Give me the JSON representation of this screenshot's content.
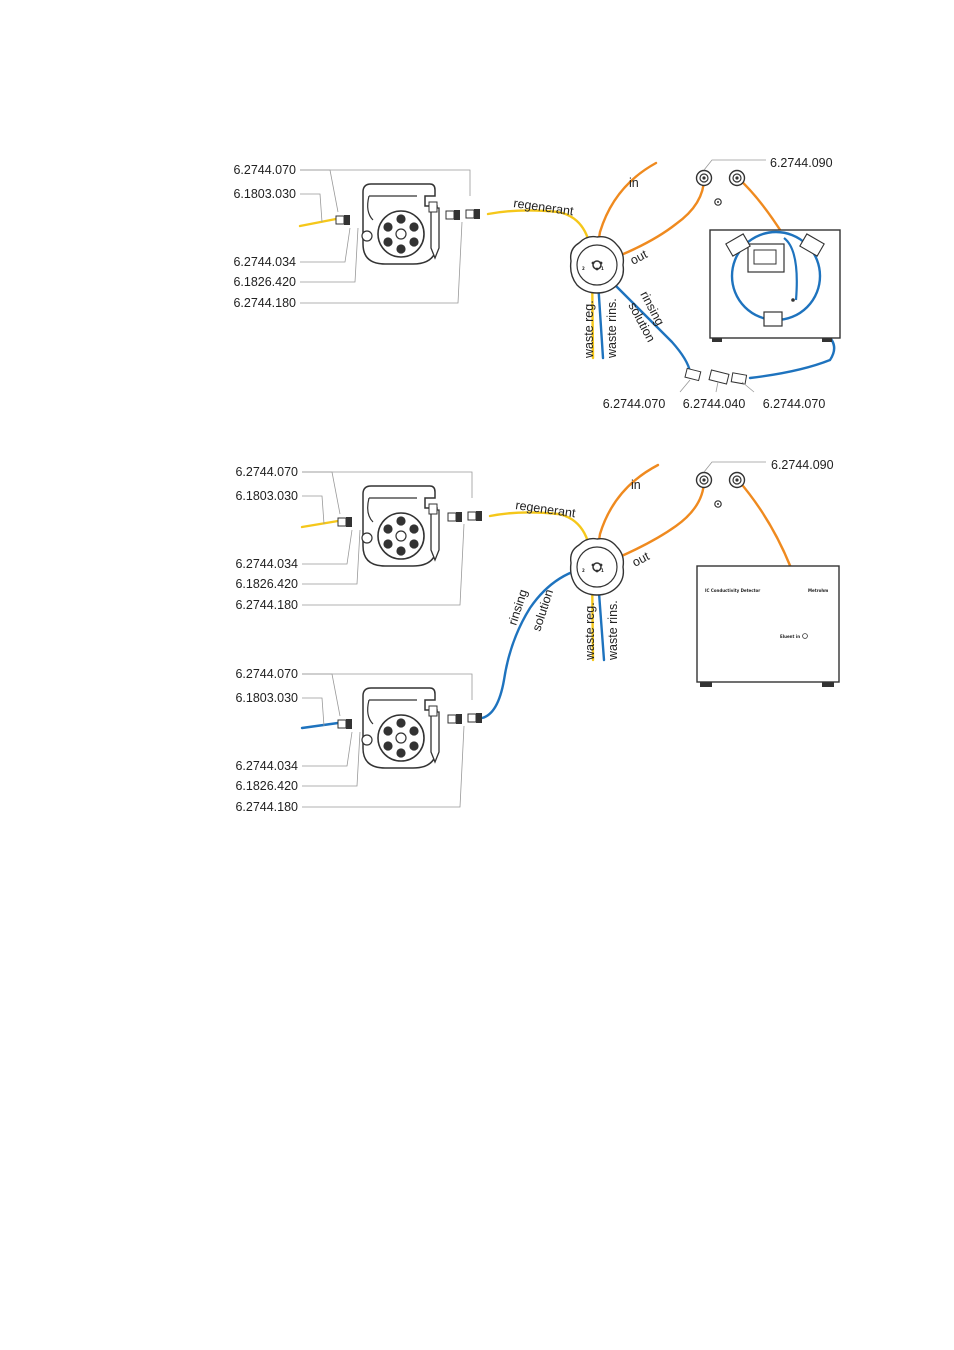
{
  "colors": {
    "regenerant": "#f5c71a",
    "rinsing": "#1e73be",
    "orange": "#ef8a1f",
    "device": "#333333"
  },
  "top": {
    "pump_labels": [
      "6.2744.070",
      "6.1803.030",
      "6.2744.034",
      "6.1826.420",
      "6.2744.180"
    ],
    "regenerant": "regenerant",
    "in": "in",
    "out": "out",
    "waste_reg": "waste reg.",
    "waste_rins": "waste rins.",
    "rinsing": "rinsing",
    "solution": "solution",
    "detector_label": "6.2744.090",
    "bottom_labels": [
      "6.2744.070",
      "6.2744.040",
      "6.2744.070"
    ]
  },
  "bottom": {
    "pump1_labels": [
      "6.2744.070",
      "6.1803.030",
      "6.2744.034",
      "6.1826.420",
      "6.2744.180"
    ],
    "pump2_labels": [
      "6.2744.070",
      "6.1803.030",
      "6.2744.034",
      "6.1826.420",
      "6.2744.180"
    ],
    "regenerant": "regenerant",
    "in": "in",
    "out": "out",
    "waste_reg": "waste reg.",
    "waste_rins": "waste rins.",
    "rinsing": "rinsing",
    "solution": "solution",
    "detector_label": "6.2744.090",
    "detector_name": "IC Conductivity Detector",
    "brand": "Metrohm",
    "port": "Eluent in"
  }
}
